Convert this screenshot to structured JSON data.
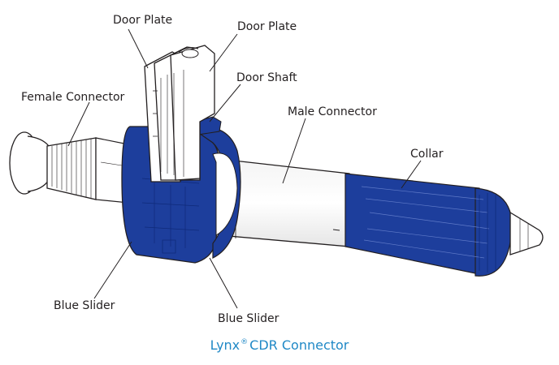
{
  "figure": {
    "caption": {
      "name": "Lynx",
      "registered_mark": "®",
      "rest": "CDR Connector"
    },
    "labels": {
      "door_plate_left": "Door Plate",
      "door_plate_right": "Door Plate",
      "door_shaft": "Door Shaft",
      "female_connector": "Female Connector",
      "male_connector": "Male Connector",
      "collar": "Collar",
      "blue_slider_left": "Blue Slider",
      "blue_slider_right": "Blue Slider"
    },
    "colors": {
      "blue": "#1d3e9c",
      "blue_dark": "#0f2a7a",
      "line": "#231f20",
      "caption": "#1f88c6"
    }
  }
}
